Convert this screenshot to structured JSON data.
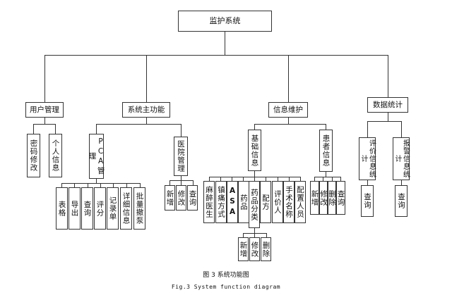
{
  "diagram": {
    "root": "监护系统",
    "level1": {
      "user_mgmt": "用户管理",
      "main_func": "系统主功能",
      "info_maint": "信息维护",
      "stats": "数据统计"
    },
    "user_mgmt": {
      "pwd": "密码修改",
      "personal": "个人信息"
    },
    "main_func": {
      "pca": "PCA管理",
      "hospital": "医院管理"
    },
    "pca": [
      "表格",
      "导出",
      "查询",
      "评分",
      "记录单",
      "详细信息",
      "批量撤泵"
    ],
    "hospital": [
      "新增",
      "修改",
      "查询"
    ],
    "info_maint": {
      "basic": "基础信息",
      "patient": "患者信息"
    },
    "basic": {
      "anesthetist": "麻醉医生",
      "analgesia": "镇痛方式",
      "asa": "ASA",
      "drug": "药品",
      "drug_class": "药品分类",
      "formula": "配方",
      "evaluator": "评价人",
      "surgery": "手术名称",
      "staff": "配置人员"
    },
    "drug_class_ops": [
      "新增",
      "修改",
      "删除"
    ],
    "patient": [
      "新增",
      "修改",
      "删除",
      "查询"
    ],
    "stats": {
      "eval": "评价信息统计",
      "alarm": "报警信息统计"
    },
    "stats_query": [
      "查询",
      "查询"
    ]
  },
  "caption": {
    "zh": "图 3 系统功能图",
    "en": "Fig.3 System function diagram"
  }
}
